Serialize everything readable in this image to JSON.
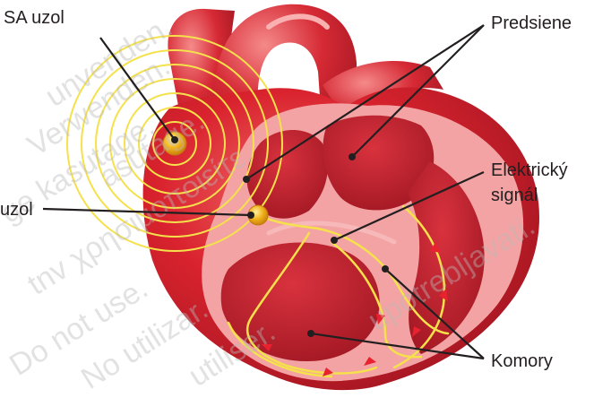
{
  "labels": {
    "sa_node": "SA uzol",
    "av_node": "uzol",
    "atria": "Predsiene",
    "signal_line1": "Elektrický",
    "signal_line2": "signál",
    "ventricles": "Komory"
  },
  "watermark": {
    "lines": [
      "unvenden.",
      "Verwenden.",
      "asutage.",
      "ge kasutage.",
      "tnv χρησιμοποιείτε.",
      "Do not use.",
      "No utilizar.",
      "utiliser.",
      "upotrebljavati."
    ]
  },
  "colors": {
    "heart_outer": "#d9232e",
    "heart_shadow": "#9e1520",
    "heart_highlight": "#f26b6b",
    "chamber_wall": "#f3a3a3",
    "chamber_inner": "#b51a25",
    "signal": "#f5e14b",
    "node": "#f2b21b",
    "pointer": "#231f20"
  }
}
